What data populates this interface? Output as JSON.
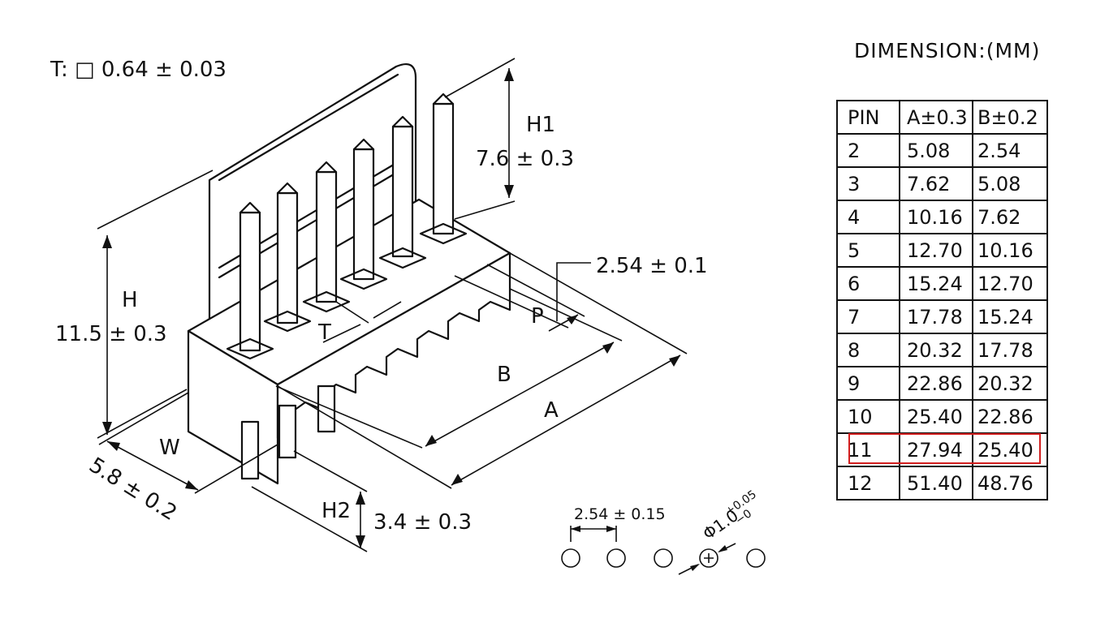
{
  "drawing": {
    "thickness_note": "T: □ 0.64 ± 0.03",
    "labels": {
      "h1": "H1",
      "h1_value": "7.6 ± 0.3",
      "h": "H",
      "h_value": "11.5 ± 0.3",
      "pitch_value": "2.54 ± 0.1",
      "p": "P",
      "t": "T",
      "b": "B",
      "a": "A",
      "w": "W",
      "w_value": "5.8 ± 0.2",
      "h2": "H2",
      "h2_value": "3.4 ± 0.3"
    },
    "hole_pattern": {
      "pitch": "2.54 ± 0.15",
      "diameter": "Φ1.0",
      "tol_upper": "+0.05",
      "tol_lower": "−0"
    }
  },
  "dimension_table": {
    "title": "DIMENSION:(MM)",
    "headers": [
      "PIN",
      "A±0.3",
      "B±0.2"
    ],
    "rows": [
      [
        "2",
        "5.08",
        "2.54"
      ],
      [
        "3",
        "7.62",
        "5.08"
      ],
      [
        "4",
        "10.16",
        "7.62"
      ],
      [
        "5",
        "12.70",
        "10.16"
      ],
      [
        "6",
        "15.24",
        "12.70"
      ],
      [
        "7",
        "17.78",
        "15.24"
      ],
      [
        "8",
        "20.32",
        "17.78"
      ],
      [
        "9",
        "22.86",
        "20.32"
      ],
      [
        "10",
        "25.40",
        "22.86"
      ],
      [
        "11",
        "27.94",
        "25.40"
      ],
      [
        "12",
        "51.40",
        "48.76"
      ]
    ],
    "highlighted_row": "10",
    "highlight_color": "#d21f1f"
  }
}
